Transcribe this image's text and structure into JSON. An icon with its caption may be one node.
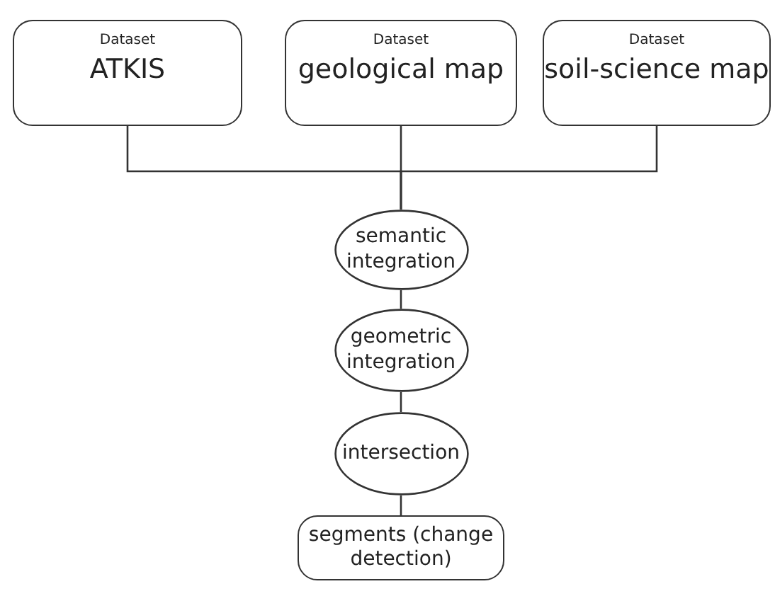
{
  "diagram": {
    "nodes": [
      {
        "text": [
          "Dataset",
          "ATKIS"
        ]
      },
      {
        "text": [
          "Dataset",
          "geological map"
        ]
      },
      {
        "text": [
          "Dataset",
          "soil-science map"
        ]
      },
      {
        "text": [
          "semantic integration"
        ]
      },
      {
        "text": [
          "geometric integration"
        ]
      },
      {
        "text": [
          "intersection"
        ]
      },
      {
        "text": [
          "segments (change detection)"
        ]
      }
    ],
    "edges": [
      {
        "from": 0,
        "to": 3,
        "arrow": "none"
      },
      {
        "from": 1,
        "to": 3,
        "arrow": "none"
      },
      {
        "from": 2,
        "to": 3,
        "arrow": "none"
      },
      {
        "from": 3,
        "to": 4,
        "arrow": "none"
      },
      {
        "from": 4,
        "to": 5,
        "arrow": "none"
      },
      {
        "from": 5,
        "to": 6,
        "arrow": "none"
      }
    ]
  }
}
